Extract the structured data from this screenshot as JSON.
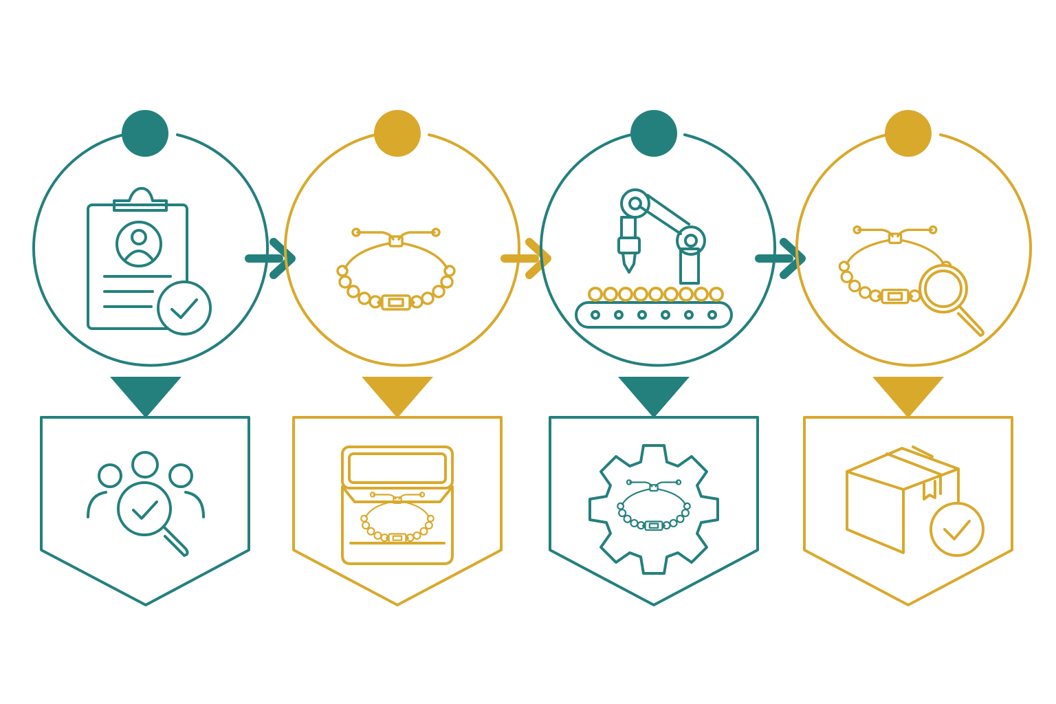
{
  "colors": {
    "teal": "#23807d",
    "gold": "#d9a92c",
    "background": "#ffffff"
  },
  "steps": [
    {
      "color": "teal",
      "top_icon": "clipboard-profile-check-icon",
      "bottom_icon": "people-magnifier-check-icon"
    },
    {
      "color": "gold",
      "top_icon": "bracelet-icon",
      "bottom_icon": "jewelry-box-bracelet-icon"
    },
    {
      "color": "teal",
      "top_icon": "robot-arm-conveyor-icon",
      "bottom_icon": "gear-bracelet-icon"
    },
    {
      "color": "gold",
      "top_icon": "bracelet-magnifier-icon",
      "bottom_icon": "package-check-icon"
    }
  ],
  "connectors": [
    {
      "color": "teal",
      "icon": "arrow-right-icon"
    },
    {
      "color": "gold",
      "icon": "arrow-right-icon"
    },
    {
      "color": "teal",
      "icon": "arrow-right-icon"
    }
  ]
}
